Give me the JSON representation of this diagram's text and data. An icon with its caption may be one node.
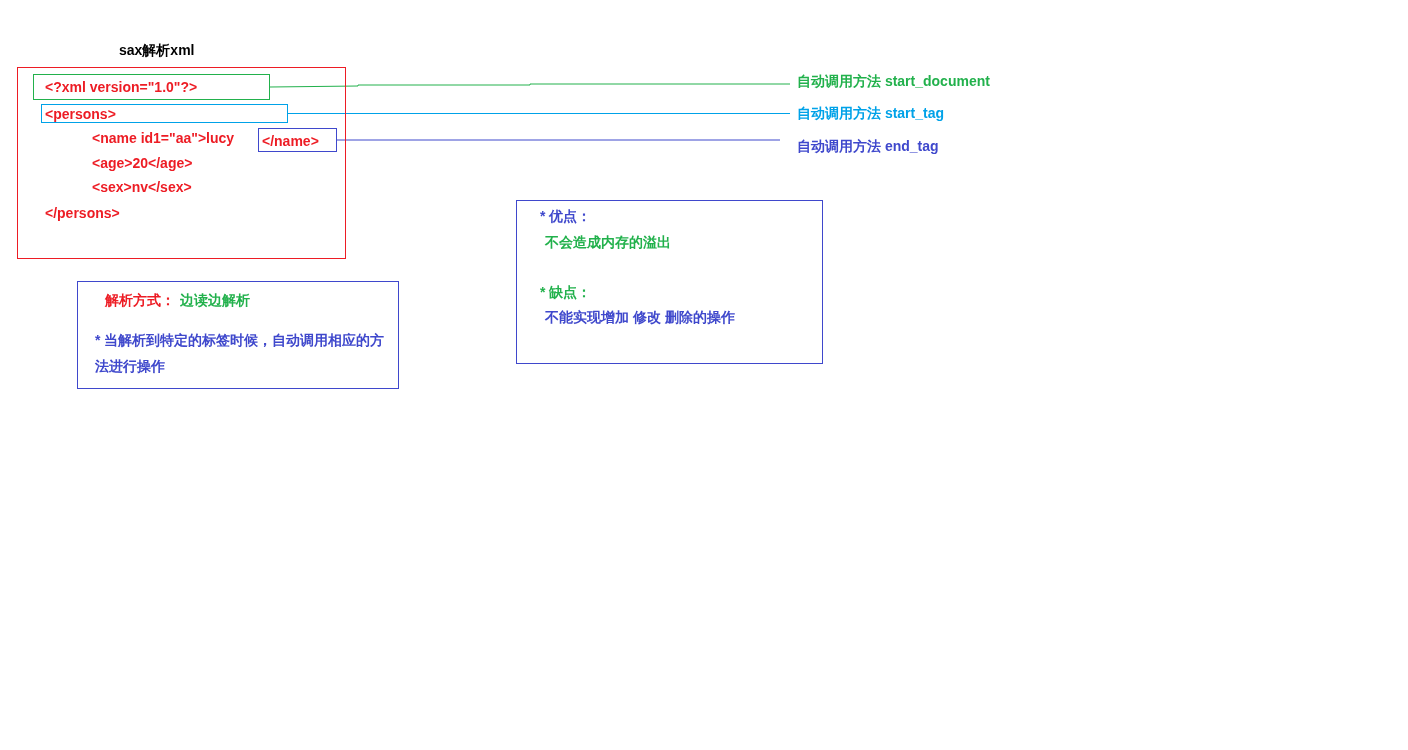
{
  "diagram": {
    "nodes": [
      {
        "text": [
          "sax解析xml",
          "<name id1=\"aa\">lucy",
          "<age>20</age>",
          "<sex>nv</sex>",
          "</persons>"
        ]
      },
      {
        "text": [
          "<?xml version=\"1.0\"?>"
        ],
        "in": 0
      },
      {
        "text": [
          "<persons>"
        ],
        "in": 0
      },
      {
        "text": [
          "</name>"
        ],
        "in": 0
      },
      {
        "text": [
          "自动调用方法  start_document"
        ]
      },
      {
        "text": [
          "自动调用方法  start_tag"
        ]
      },
      {
        "text": [
          "自动调用方法  end_tag"
        ]
      },
      {
        "text": [
          "解析方式：",
          "边读边解析",
          "* 当解析到特定的标签时候，自动调用相应的方法进行操作"
        ]
      },
      {
        "text": [
          "* 优点：",
          "不会造成内存的溢出",
          "* 缺点：",
          "不能实现增加 修改 删除的操作"
        ]
      }
    ],
    "edges": [
      {
        "from": 1,
        "to": 4,
        "arrow": "none",
        "color": "#22b14c"
      },
      {
        "from": 2,
        "to": 5,
        "arrow": "none",
        "color": "#00a2e8"
      },
      {
        "from": 3,
        "to": 6,
        "arrow": "none",
        "color": "#3f48cc"
      }
    ]
  }
}
